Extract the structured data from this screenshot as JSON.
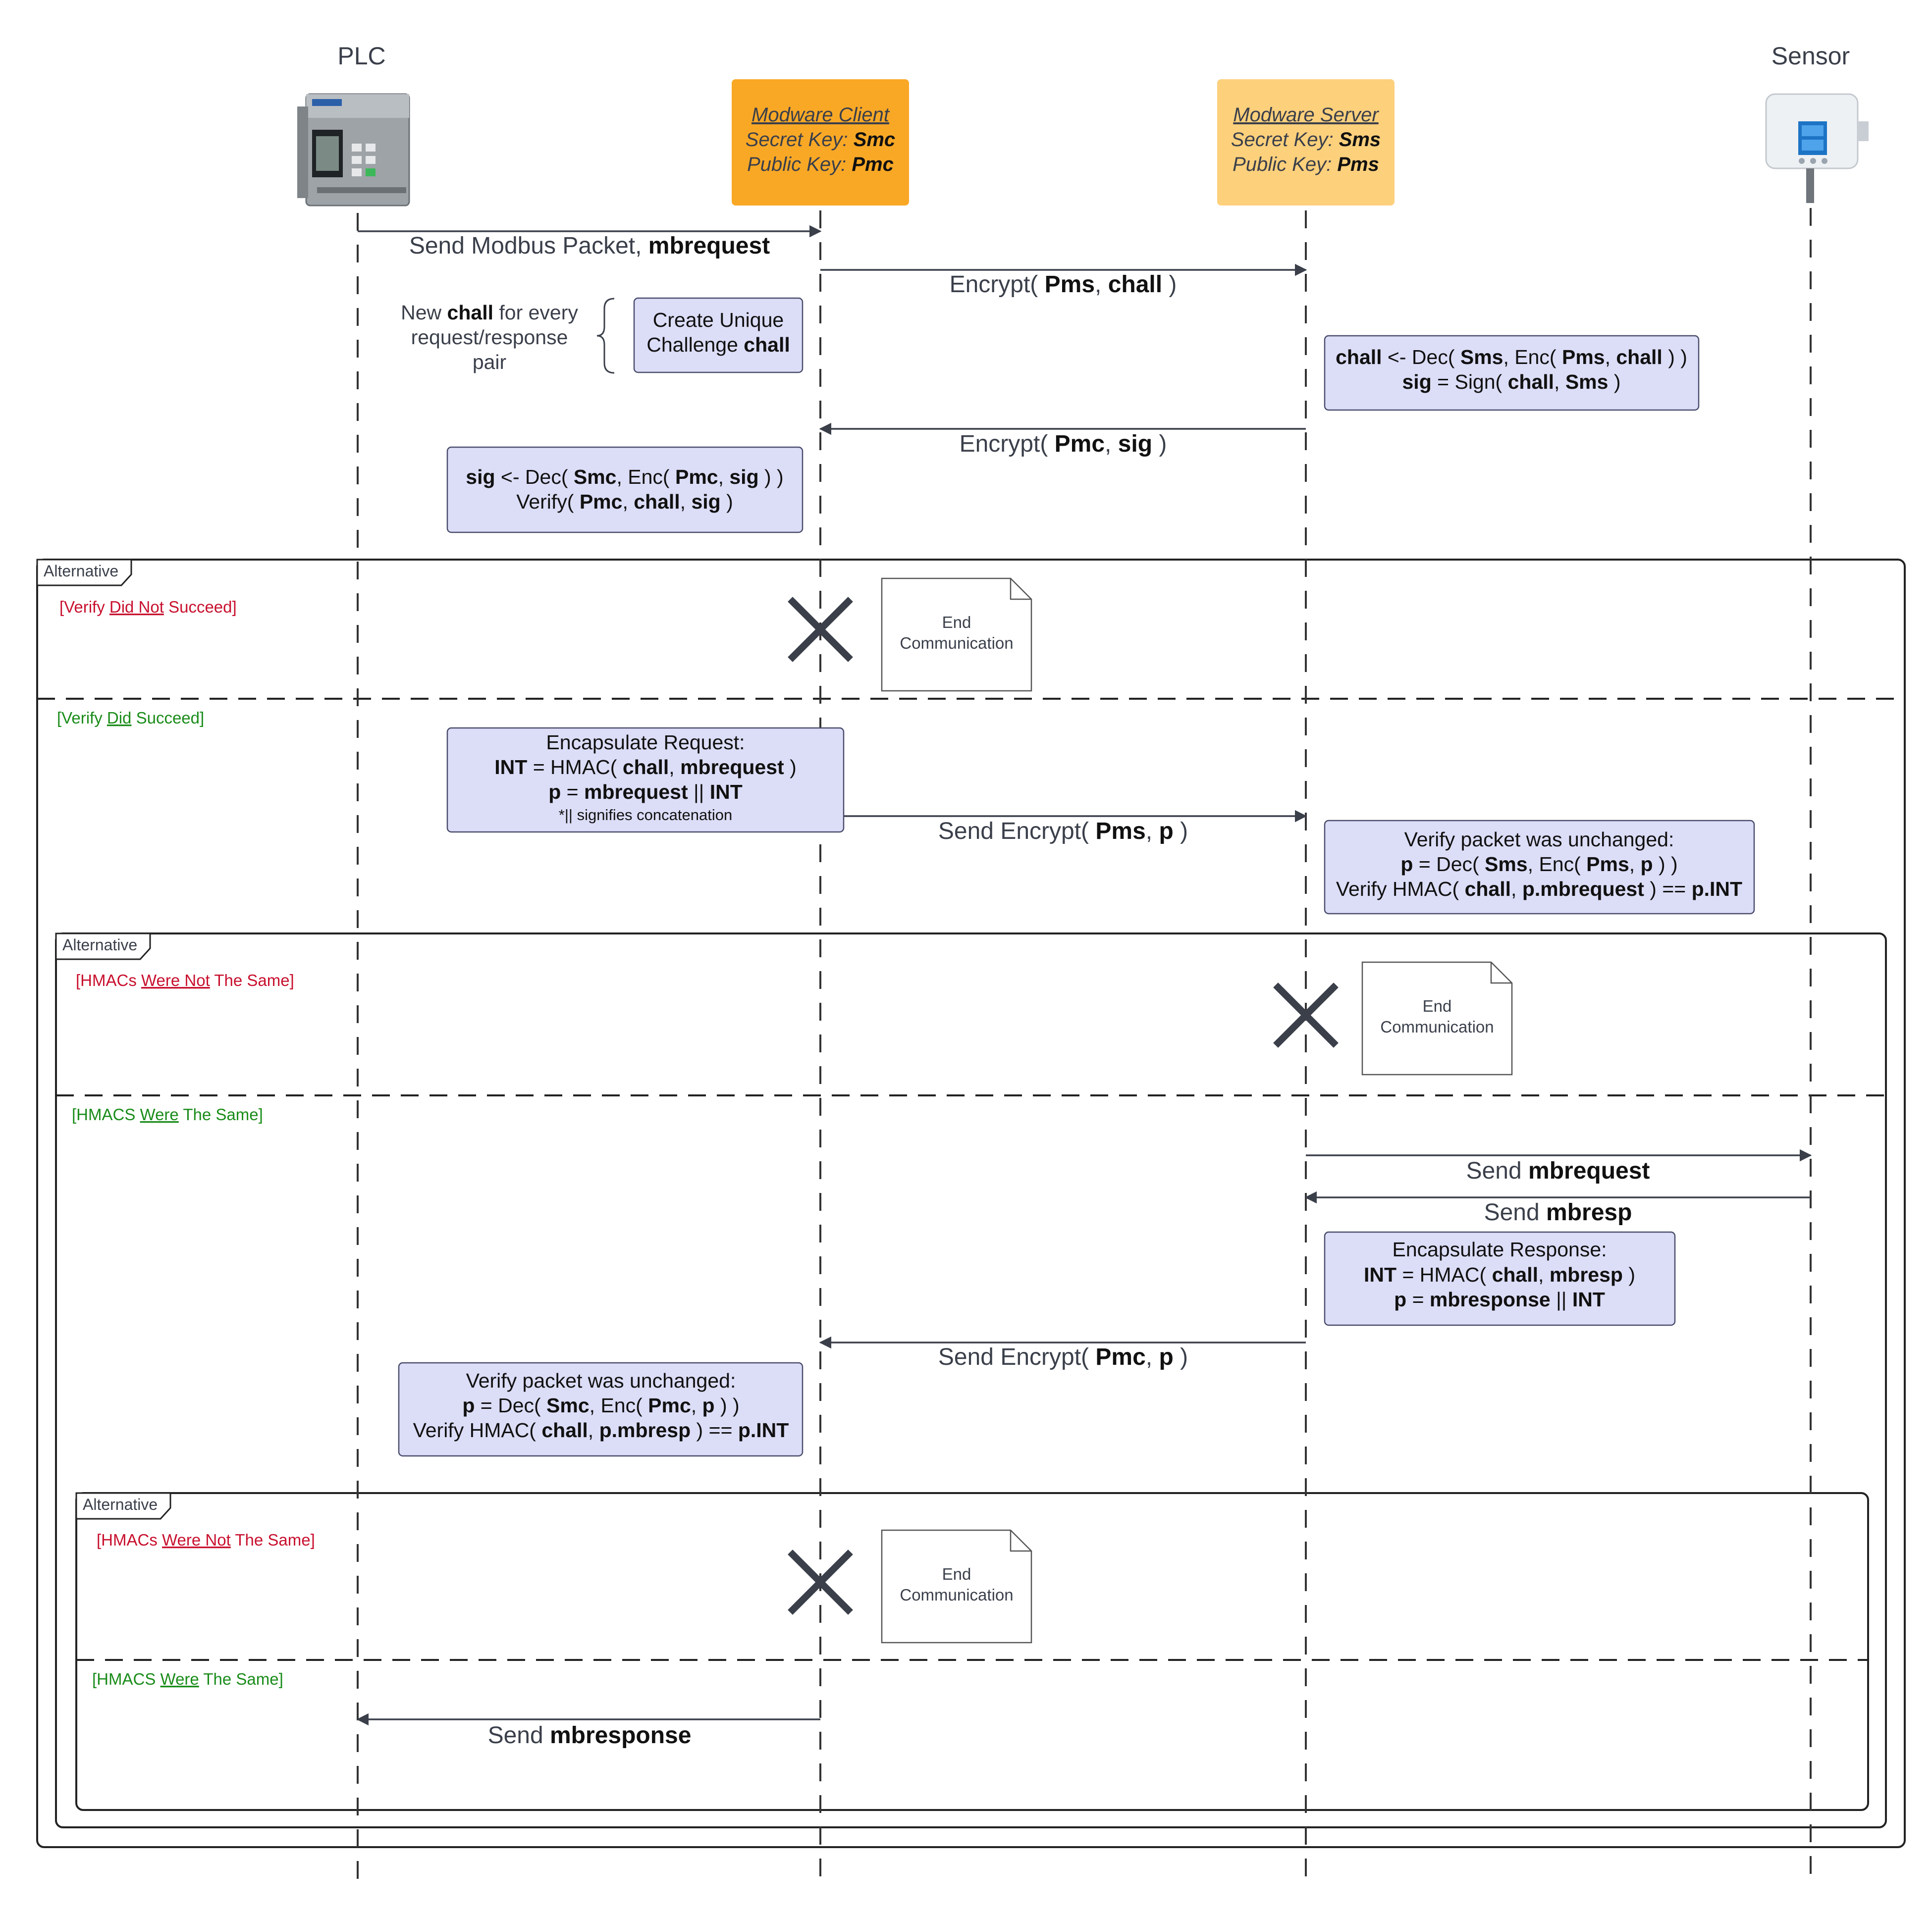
{
  "participants": {
    "plc": "PLC",
    "sensor": "Sensor",
    "client": {
      "title": "Modware Client",
      "secret_label": "Secret Key:",
      "secret_value": "Smc",
      "public_label": "Public Key:",
      "public_value": "Pmc",
      "color": "#f9a826"
    },
    "server": {
      "title": "Modware Server",
      "secret_label": "Secret Key:",
      "secret_value": "Sms",
      "public_label": "Public Key:",
      "public_value": "Pms",
      "color": "#fdd07c"
    }
  },
  "messages": {
    "m1": {
      "pre": "Send Modbus Packet, ",
      "bold": "mbrequest"
    },
    "m2": {
      "pre": "Encrypt( ",
      "b1": "Pms",
      "mid": ", ",
      "b2": "chall",
      "post": " )"
    },
    "m3": {
      "pre": "Encrypt( ",
      "b1": "Pmc",
      "mid": ", ",
      "b2": "sig",
      "post": " )"
    },
    "m4": {
      "pre": "Send Encrypt( ",
      "b1": "Pms",
      "mid": ", ",
      "b2": "p",
      "post": " )"
    },
    "m5": {
      "pre": "Send ",
      "bold": "mbrequest"
    },
    "m6": {
      "pre": "Send ",
      "bold": "mbresp"
    },
    "m7": {
      "pre": "Send Encrypt( ",
      "b1": "Pmc",
      "mid": ", ",
      "b2": "p",
      "post": " )"
    },
    "m8": {
      "pre": "Send ",
      "bold": "mbresponse"
    }
  },
  "side_note": {
    "line1_pre": "New ",
    "line1_bold": "chall",
    "line1_post": " for every",
    "line2": "request/response",
    "line3": "pair"
  },
  "notes": {
    "challenge": {
      "line1": "Create Unique",
      "line2_pre": "Challenge ",
      "line2_bold": "chall"
    },
    "server_dec": {
      "a": "chall",
      "b": " <- Dec( ",
      "c": "Sms",
      "d": ", Enc( ",
      "e": "Pms",
      "f": ", ",
      "g": "chall",
      "h": " ) )",
      "i": "sig",
      "j": " = Sign( ",
      "k": "chall",
      "l": ", ",
      "m": "Sms",
      "n": " )"
    },
    "client_dec": {
      "a": "sig",
      "b": " <- Dec( ",
      "c": "Smc",
      "d": ", Enc( ",
      "e": "Pmc",
      "f": ", ",
      "g": "sig",
      "h": " ) )",
      "i": "Verify( ",
      "j": "Pmc",
      "k": ", ",
      "l": "chall",
      "m": ", ",
      "n": "sig",
      "o": " )"
    },
    "encap_req": {
      "title": "Encapsulate Request:",
      "a": "INT",
      "b": " = HMAC( ",
      "c": "chall",
      "d": ", ",
      "e": "mbrequest",
      "f": " )",
      "g": "p",
      "h": " = ",
      "i": "mbrequest",
      "j": " || ",
      "k": "INT",
      "foot": "*|| signifies concatenation"
    },
    "server_verify": {
      "title": "Verify packet was unchanged:",
      "a": "p",
      "b": " = Dec( ",
      "c": "Sms",
      "d": ", Enc( ",
      "e": "Pms",
      "f": ", ",
      "g": "p",
      "h": " ) )",
      "i": "Verify HMAC( ",
      "j": "chall",
      "k": ", ",
      "l": "p.mbrequest",
      "m": " ) == ",
      "n": "p.INT"
    },
    "encap_resp": {
      "title": "Encapsulate Response:",
      "a": "INT",
      "b": " = HMAC( ",
      "c": "chall",
      "d": ", ",
      "e": "mbresp",
      "f": " )",
      "g": "p",
      "h": " = ",
      "i": "mbresponse",
      "j": " || ",
      "k": "INT"
    },
    "client_verify": {
      "title": "Verify packet was unchanged:",
      "a": "p",
      "b": " = Dec( ",
      "c": "Smc",
      "d": ", Enc( ",
      "e": "Pmc",
      "f": ", ",
      "g": "p",
      "h": " ) )",
      "i": "Verify HMAC( ",
      "j": "chall",
      "k": ", ",
      "l": "p.mbresp",
      "m": " ) == ",
      "n": "p.INT"
    }
  },
  "fragments": {
    "label": "Alternative",
    "g1_fail": {
      "pre": "[Verify ",
      "u": "Did Not",
      "post": " Succeed]"
    },
    "g1_ok": {
      "pre": "[Verify ",
      "u": "Did",
      "post": " Succeed]"
    },
    "g2_fail": {
      "pre": "[HMACs ",
      "u": "Were Not",
      "post": " The Same]"
    },
    "g2_ok": {
      "pre": "[HMACS ",
      "u": "Were",
      "post": " The Same]"
    },
    "g3_fail": {
      "pre": "[HMACs ",
      "u": "Were Not",
      "post": " The Same]"
    },
    "g3_ok": {
      "pre": "[HMACS ",
      "u": "Were",
      "post": " The Same]"
    }
  },
  "end_note": {
    "line1": "End",
    "line2": "Communication"
  }
}
